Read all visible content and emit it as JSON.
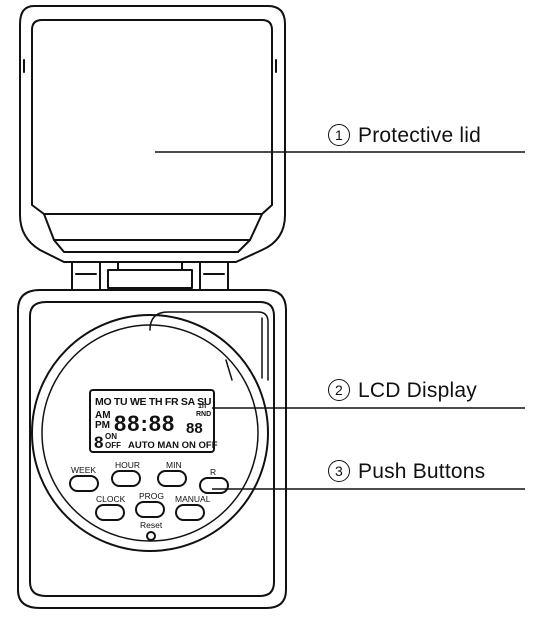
{
  "callouts": [
    {
      "number": "1",
      "label": "Protective lid"
    },
    {
      "number": "2",
      "label": "LCD Display"
    },
    {
      "number": "3",
      "label": "Push Buttons"
    }
  ],
  "lcd": {
    "days": "MO TU WE TH FR SA SU",
    "am": "AM",
    "pm": "PM",
    "time": "88:88",
    "small_digits": "88",
    "one_hour": "1h",
    "rnd": "RND",
    "on": "ON",
    "off": "OFF",
    "program_digit": "8",
    "mode_row": "AUTO MAN ON OFF"
  },
  "buttons": {
    "week": "WEEK",
    "hour": "HOUR",
    "min": "MIN",
    "r": "R",
    "clock": "CLOCK",
    "prog": "PROG",
    "manual": "MANUAL",
    "reset": "Reset"
  }
}
